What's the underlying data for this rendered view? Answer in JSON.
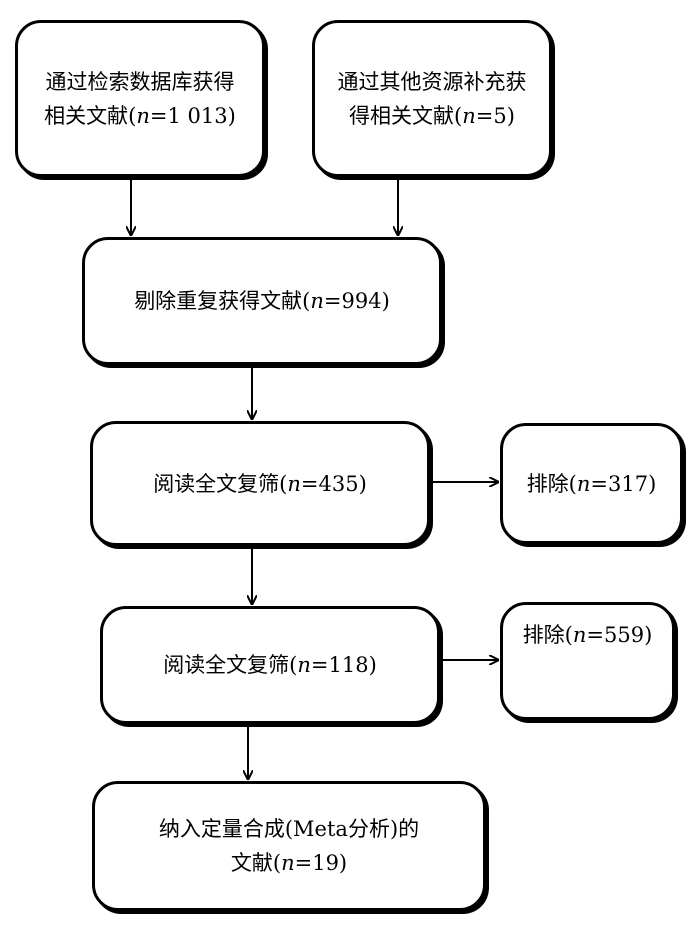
{
  "boxes": {
    "database": {
      "line1": "通过检索数据库获得",
      "line2_prefix": "相关文献(",
      "n": "n",
      "line2_suffix": "=1 013)"
    },
    "other": {
      "line1": "通过其他资源补充获",
      "line2_prefix": "得相关文献(",
      "n": "n",
      "line2_suffix": "=5)"
    },
    "dedup": {
      "prefix": "剔除重复获得文献(",
      "n": "n",
      "suffix": "=994)"
    },
    "screen1": {
      "prefix": "阅读全文复筛(",
      "n": "n",
      "suffix": "=435)"
    },
    "exclude1": {
      "prefix": "排除(",
      "n": "n",
      "suffix": "=317)"
    },
    "screen2": {
      "prefix": "阅读全文复筛(",
      "n": "n",
      "suffix": "=118)"
    },
    "exclude2": {
      "prefix": "排除(",
      "n": "n",
      "suffix": "=559)"
    },
    "included": {
      "line1": "纳入定量合成(Meta分析)的",
      "line2_prefix": "文献(",
      "n": "n",
      "line2_suffix": "=19)"
    }
  }
}
